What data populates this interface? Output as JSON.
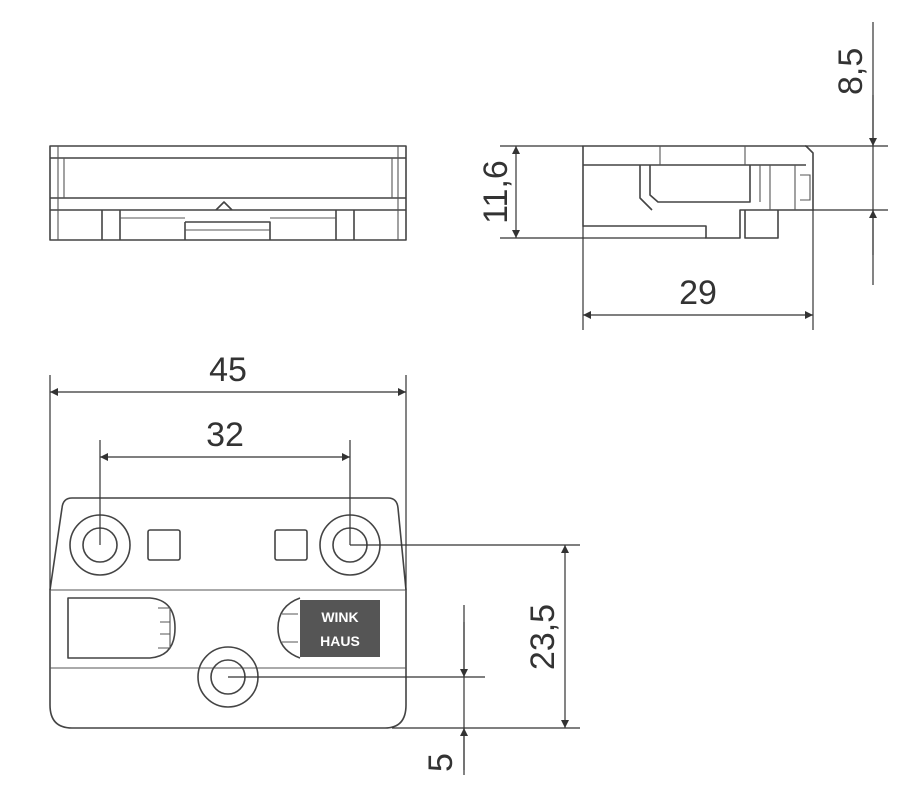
{
  "dimensions": {
    "top_height": "8,5",
    "side_height": "11,6",
    "side_depth": "29",
    "overall_width": "45",
    "hole_spacing": "32",
    "hole_offset": "23,5",
    "bottom_offset": "5"
  },
  "logo": {
    "line1": "WINK",
    "line2": "HAUS"
  },
  "colors": {
    "outline": "#444444",
    "dimension": "#333333",
    "logo_bg": "#555555"
  }
}
